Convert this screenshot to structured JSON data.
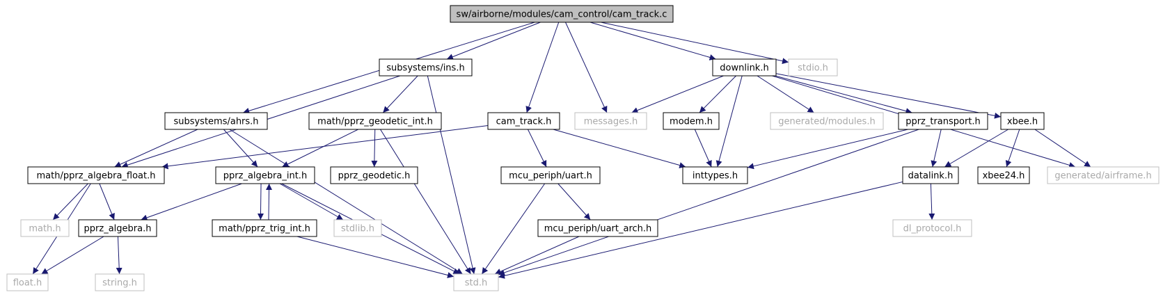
{
  "colors": {
    "edge": "#191970",
    "root_fill": "#bfbfbf",
    "node_border": "#000000",
    "external_border": "#bfbfbf",
    "external_text": "#a9a9a9",
    "text": "#000000"
  },
  "nodes": [
    {
      "id": "root",
      "label": "sw/airborne/modules/cam_control/cam_track.c",
      "kind": "root"
    },
    {
      "id": "ins",
      "label": "subsystems/ins.h",
      "kind": "normal"
    },
    {
      "id": "downlink",
      "label": "downlink.h",
      "kind": "normal"
    },
    {
      "id": "stdio",
      "label": "stdio.h",
      "kind": "external"
    },
    {
      "id": "ahrs",
      "label": "subsystems/ahrs.h",
      "kind": "normal"
    },
    {
      "id": "geodetic_int",
      "label": "math/pprz_geodetic_int.h",
      "kind": "normal"
    },
    {
      "id": "cam_track_h",
      "label": "cam_track.h",
      "kind": "normal"
    },
    {
      "id": "messages",
      "label": "messages.h",
      "kind": "external"
    },
    {
      "id": "modem",
      "label": "modem.h",
      "kind": "normal"
    },
    {
      "id": "gen_modules",
      "label": "generated/modules.h",
      "kind": "external"
    },
    {
      "id": "pprz_transport",
      "label": "pprz_transport.h",
      "kind": "normal"
    },
    {
      "id": "xbee",
      "label": "xbee.h",
      "kind": "normal"
    },
    {
      "id": "algebra_float",
      "label": "math/pprz_algebra_float.h",
      "kind": "normal"
    },
    {
      "id": "algebra_int",
      "label": "pprz_algebra_int.h",
      "kind": "normal"
    },
    {
      "id": "pprz_geodetic",
      "label": "pprz_geodetic.h",
      "kind": "normal"
    },
    {
      "id": "uart",
      "label": "mcu_periph/uart.h",
      "kind": "normal"
    },
    {
      "id": "inttypes",
      "label": "inttypes.h",
      "kind": "normal"
    },
    {
      "id": "datalink",
      "label": "datalink.h",
      "kind": "normal"
    },
    {
      "id": "xbee24",
      "label": "xbee24.h",
      "kind": "normal"
    },
    {
      "id": "gen_airframe",
      "label": "generated/airframe.h",
      "kind": "external"
    },
    {
      "id": "math",
      "label": "math.h",
      "kind": "external"
    },
    {
      "id": "pprz_algebra",
      "label": "pprz_algebra.h",
      "kind": "normal"
    },
    {
      "id": "trig_int",
      "label": "math/pprz_trig_int.h",
      "kind": "normal"
    },
    {
      "id": "stdlib",
      "label": "stdlib.h",
      "kind": "external"
    },
    {
      "id": "uart_arch",
      "label": "mcu_periph/uart_arch.h",
      "kind": "normal"
    },
    {
      "id": "dl_protocol",
      "label": "dl_protocol.h",
      "kind": "external"
    },
    {
      "id": "float",
      "label": "float.h",
      "kind": "external"
    },
    {
      "id": "string",
      "label": "string.h",
      "kind": "external"
    },
    {
      "id": "std",
      "label": "std.h",
      "kind": "external"
    }
  ],
  "edges": [
    [
      "root",
      "ins"
    ],
    [
      "root",
      "downlink"
    ],
    [
      "root",
      "stdio"
    ],
    [
      "root",
      "ahrs"
    ],
    [
      "root",
      "cam_track_h"
    ],
    [
      "root",
      "messages"
    ],
    [
      "ins",
      "algebra_float"
    ],
    [
      "ins",
      "geodetic_int"
    ],
    [
      "ins",
      "std"
    ],
    [
      "downlink",
      "messages"
    ],
    [
      "downlink",
      "modem"
    ],
    [
      "downlink",
      "inttypes"
    ],
    [
      "downlink",
      "gen_modules"
    ],
    [
      "downlink",
      "pprz_transport"
    ],
    [
      "downlink",
      "xbee"
    ],
    [
      "downlink",
      "gen_airframe"
    ],
    [
      "ahrs",
      "algebra_float"
    ],
    [
      "ahrs",
      "algebra_int"
    ],
    [
      "ahrs",
      "std"
    ],
    [
      "geodetic_int",
      "algebra_int"
    ],
    [
      "geodetic_int",
      "pprz_geodetic"
    ],
    [
      "geodetic_int",
      "std"
    ],
    [
      "cam_track_h",
      "algebra_float"
    ],
    [
      "cam_track_h",
      "uart"
    ],
    [
      "cam_track_h",
      "inttypes"
    ],
    [
      "modem",
      "inttypes"
    ],
    [
      "pprz_transport",
      "inttypes"
    ],
    [
      "pprz_transport",
      "datalink"
    ],
    [
      "pprz_transport",
      "std"
    ],
    [
      "xbee",
      "datalink"
    ],
    [
      "xbee",
      "xbee24"
    ],
    [
      "xbee",
      "gen_airframe"
    ],
    [
      "algebra_float",
      "float"
    ],
    [
      "algebra_float",
      "math"
    ],
    [
      "algebra_float",
      "pprz_algebra"
    ],
    [
      "algebra_int",
      "pprz_algebra"
    ],
    [
      "algebra_int",
      "trig_int"
    ],
    [
      "algebra_int",
      "stdlib"
    ],
    [
      "algebra_int",
      "std"
    ],
    [
      "trig_int",
      "algebra_int"
    ],
    [
      "trig_int",
      "std"
    ],
    [
      "uart",
      "uart_arch"
    ],
    [
      "uart",
      "std"
    ],
    [
      "uart_arch",
      "std"
    ],
    [
      "pprz_algebra",
      "float"
    ],
    [
      "pprz_algebra",
      "string"
    ],
    [
      "datalink",
      "dl_protocol"
    ],
    [
      "datalink",
      "std"
    ]
  ]
}
